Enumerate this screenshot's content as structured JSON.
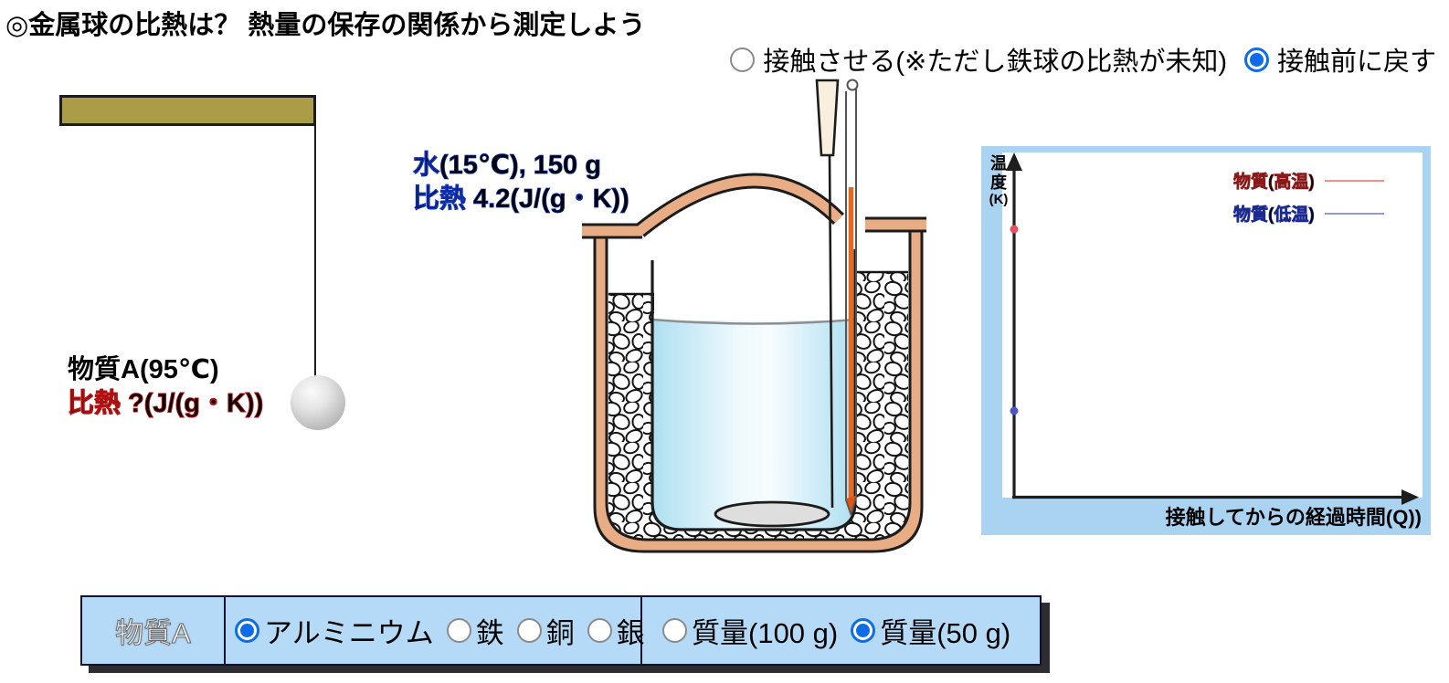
{
  "title": "◎金属球の比熱は？ 熱量の保存の関係から測定しよう",
  "mode_controls": {
    "contact_option": "接触させる(※ただし鉄球の比熱が未知)",
    "reset_option": "接触前に戻す",
    "selected": "接触前に戻す"
  },
  "substance_a": {
    "label_line1": "物質A(95℃)",
    "label_line2": "比熱 ?(J/(g・K))"
  },
  "water": {
    "label_line1": "水(15℃), 150 g",
    "label_line2": "比熱 4.2(J/(g・K))"
  },
  "graph": {
    "ylabel": "温度(K)",
    "ylabel_lines": [
      "温",
      "度",
      "(K)"
    ],
    "xlabel": "接触してからの経過時間(Q))",
    "legend": [
      {
        "label": "物質(高温)",
        "color": "#f09090"
      },
      {
        "label": "物質(低温)",
        "color": "#9098e0"
      }
    ],
    "axis_markers": [
      {
        "name": "hot-start-dot",
        "color": "#e85060"
      },
      {
        "name": "cold-start-dot",
        "color": "#4a55cc"
      }
    ]
  },
  "control_panel": {
    "row_label": "物質A",
    "substance_options": [
      {
        "label": "アルミニウム",
        "selected": true
      },
      {
        "label": "鉄",
        "selected": false
      },
      {
        "label": "銅",
        "selected": false
      },
      {
        "label": "銀",
        "selected": false
      }
    ],
    "mass_options": [
      {
        "label": "質量(100 g)",
        "selected": false
      },
      {
        "label": "質量(50 g)",
        "selected": true
      }
    ]
  },
  "colors": {
    "panel_blue": "#aad3f2",
    "control_panel_blue": "#b5daf7",
    "radio_selected_blue": "#0d6ce8",
    "beam_olive": "#ab9c48",
    "pot_tan": "#e9ad85",
    "water_blue": "#b3e0f2",
    "thermometer_orange": "#e8681e",
    "legend_hot_line": "#f09090",
    "legend_cold_line": "#9098e0"
  }
}
